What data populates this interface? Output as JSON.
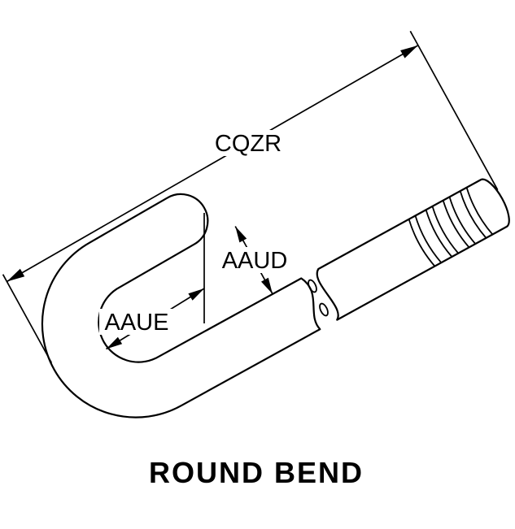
{
  "diagram": {
    "caption": "ROUND BEND",
    "labels": {
      "overall_length": "CQZR",
      "opening": "AAUD",
      "inside_bend": "AAUE"
    },
    "colors": {
      "line": "#000000",
      "background": "#ffffff"
    }
  }
}
